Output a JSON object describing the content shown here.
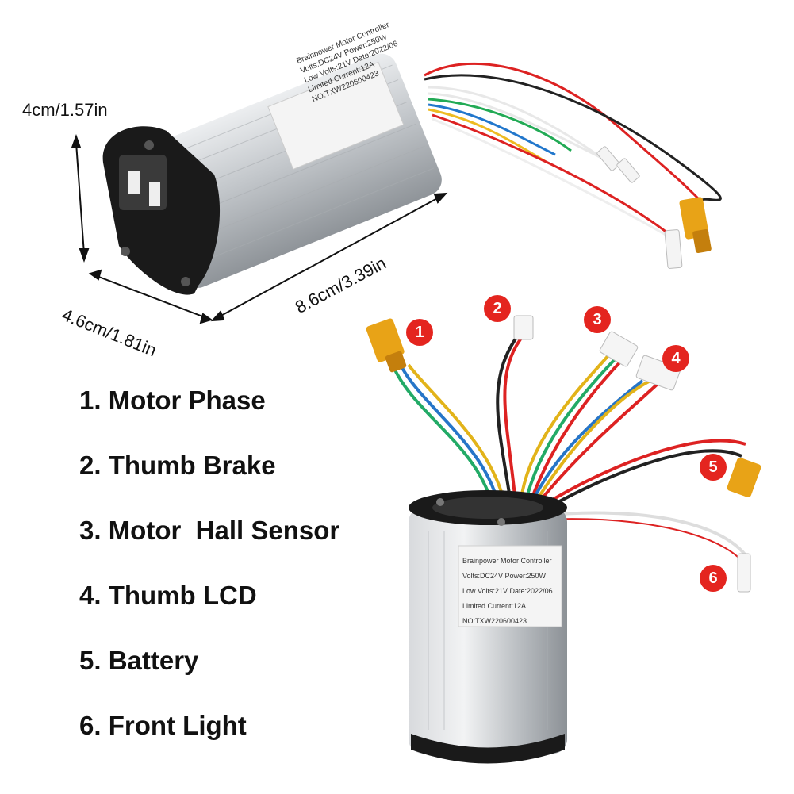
{
  "dimensions": {
    "height": "4cm/1.57in",
    "width": "4.6cm/1.81in",
    "length": "8.6cm/3.39in"
  },
  "label_top": {
    "line1": "Brainpower Motor Controller",
    "line2": "Volts:DC24V   Power:250W",
    "line3": "Low Volts:21V   Date:2022/06",
    "line4": "Limited Current:12A",
    "line5": "NO:TXW220600423"
  },
  "label_bottom": {
    "line1": "Brainpower Motor Controller",
    "line2": "Volts:DC24V   Power:250W",
    "line3": "Low Volts:21V   Date:2022/06",
    "line4": "Limited Current:12A",
    "line5": "NO:TXW220600423"
  },
  "legend": [
    "1. Motor Phase",
    "2. Thumb Brake",
    "3. Motor  Hall Sensor",
    "4. Thumb LCD",
    "5. Battery",
    "6. Front Light"
  ],
  "badges": [
    "1",
    "2",
    "3",
    "4",
    "5",
    "6"
  ],
  "colors": {
    "badge": "#e4251f",
    "connector_yellow": "#e8a317",
    "body_silver": "#c9ccd0"
  }
}
